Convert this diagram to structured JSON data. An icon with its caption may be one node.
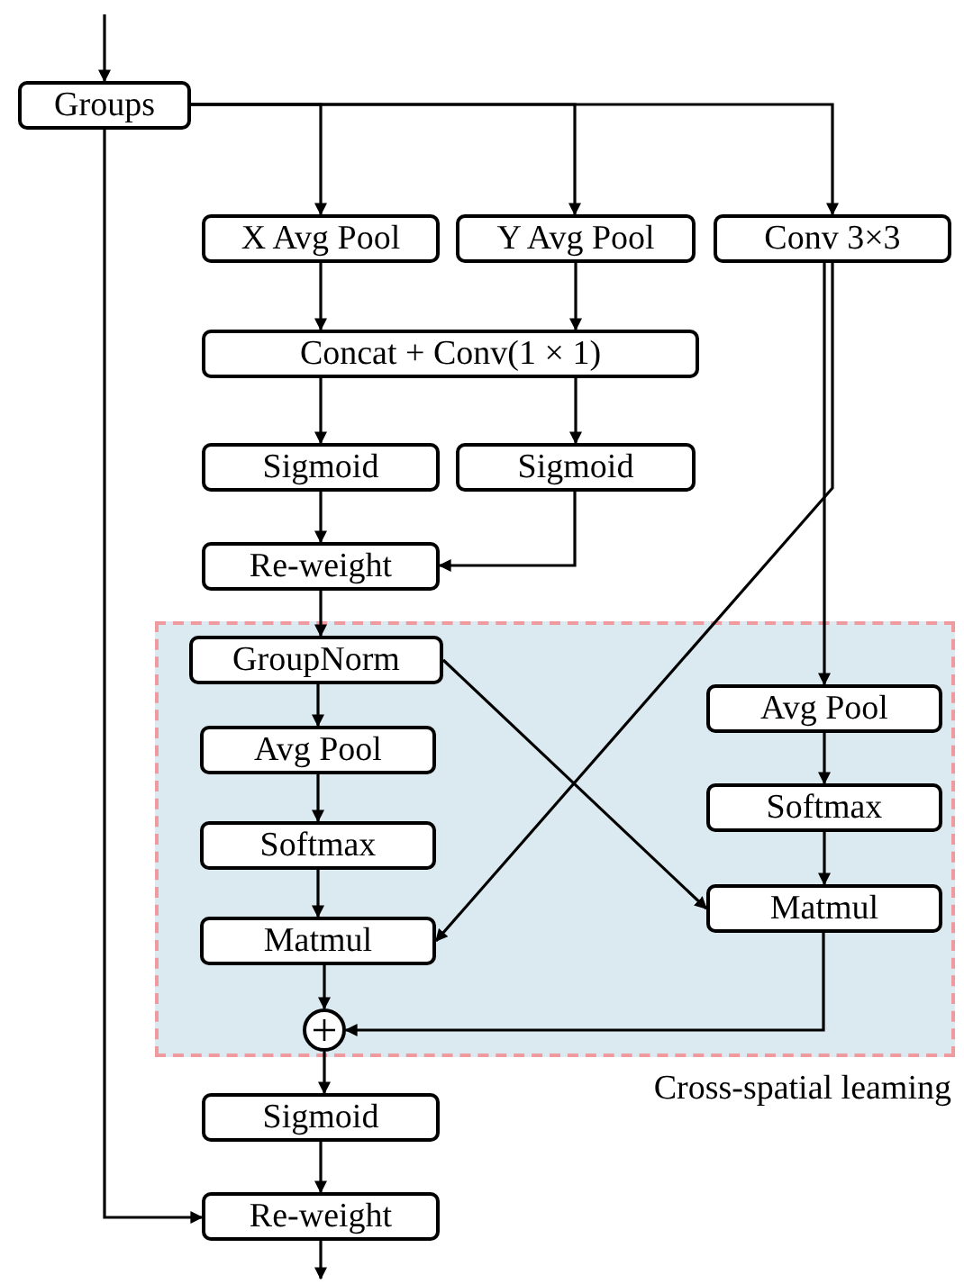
{
  "diagram": {
    "nodes": [
      {
        "text": [
          "Groups"
        ]
      },
      {
        "text": [
          "X Avg Pool"
        ]
      },
      {
        "text": [
          "Y Avg Pool"
        ]
      },
      {
        "text": [
          "Conv 3×3"
        ]
      },
      {
        "text": [
          "Concat + Conv(1 × 1)"
        ]
      },
      {
        "text": [
          "Sigmoid"
        ]
      },
      {
        "text": [
          "Sigmoid"
        ]
      },
      {
        "text": [
          "Re-weight"
        ]
      },
      {
        "text": [
          "Cross-spatial leaming"
        ]
      },
      {
        "text": [
          "GroupNorm"
        ],
        "in": 8
      },
      {
        "text": [
          "Avg Pool"
        ],
        "in": 8
      },
      {
        "text": [
          "Softmax"
        ],
        "in": 8
      },
      {
        "text": [
          "Matmul"
        ],
        "in": 8
      },
      {
        "text": [
          "Avg Pool"
        ],
        "in": 8
      },
      {
        "text": [
          "Softmax"
        ],
        "in": 8
      },
      {
        "text": [
          "Matmul"
        ],
        "in": 8
      },
      {
        "text": [],
        "shape": "circle",
        "in": 8
      },
      {
        "text": [
          "Sigmoid"
        ]
      },
      {
        "text": [
          "Re-weight"
        ]
      }
    ],
    "edges": [
      {
        "from": null,
        "to": 0,
        "arrow": "to"
      },
      {
        "from": 0,
        "to": 1,
        "arrow": "to"
      },
      {
        "from": 0,
        "to": 2,
        "arrow": "to"
      },
      {
        "from": 0,
        "to": 3,
        "arrow": "to"
      },
      {
        "from": 0,
        "to": 18,
        "arrow": "to"
      },
      {
        "from": 1,
        "to": 4,
        "arrow": "to"
      },
      {
        "from": 2,
        "to": 4,
        "arrow": "to"
      },
      {
        "from": 4,
        "to": 5,
        "arrow": "to"
      },
      {
        "from": 4,
        "to": 6,
        "arrow": "to"
      },
      {
        "from": 5,
        "to": 7,
        "arrow": "to"
      },
      {
        "from": 6,
        "to": 7,
        "arrow": "to"
      },
      {
        "from": 7,
        "to": 9,
        "arrow": "to"
      },
      {
        "from": 3,
        "to": 13,
        "arrow": "to"
      },
      {
        "from": 3,
        "to": 12,
        "arrow": "to"
      },
      {
        "from": 9,
        "to": 10,
        "arrow": "to"
      },
      {
        "from": 9,
        "to": 15,
        "arrow": "to"
      },
      {
        "from": 10,
        "to": 11,
        "arrow": "to"
      },
      {
        "from": 11,
        "to": 12,
        "arrow": "to"
      },
      {
        "from": 13,
        "to": 14,
        "arrow": "to"
      },
      {
        "from": 14,
        "to": 15,
        "arrow": "to"
      },
      {
        "from": 12,
        "to": 16,
        "arrow": "to"
      },
      {
        "from": 15,
        "to": 16,
        "arrow": "to"
      },
      {
        "from": 16,
        "to": 17,
        "arrow": "to"
      },
      {
        "from": 17,
        "to": 18,
        "arrow": "to"
      },
      {
        "from": 18,
        "to": null,
        "arrow": "to"
      }
    ]
  }
}
